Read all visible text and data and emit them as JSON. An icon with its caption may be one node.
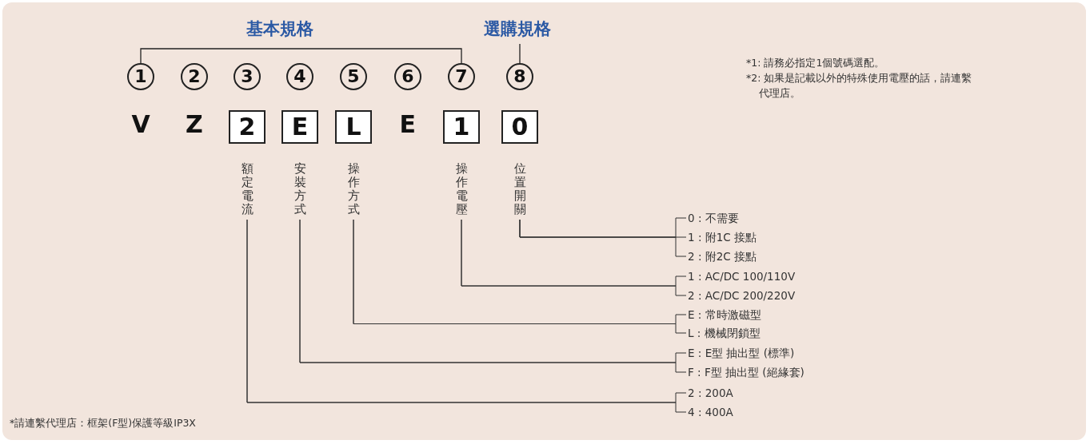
{
  "diagram": {
    "nodes": [
      {
        "text": [
          "1"
        ]
      },
      {
        "text": [
          "2"
        ]
      },
      {
        "text": [
          "3"
        ]
      },
      {
        "text": [
          "4"
        ]
      },
      {
        "text": [
          "5"
        ]
      },
      {
        "text": [
          "6"
        ]
      },
      {
        "text": [
          "7"
        ]
      },
      {
        "text": [
          "8"
        ]
      },
      {
        "text": [
          "2"
        ]
      },
      {
        "text": [
          "E"
        ]
      },
      {
        "text": [
          "L"
        ]
      },
      {
        "text": [
          "1"
        ]
      },
      {
        "text": [
          "0"
        ]
      },
      {
        "text": [
          "額定電流"
        ]
      },
      {
        "text": [
          "安裝方式"
        ]
      },
      {
        "text": [
          "操作方式"
        ]
      },
      {
        "text": [
          "操作電壓"
        ]
      },
      {
        "text": [
          "位置開關"
        ]
      },
      {
        "text": [
          "0 : 不需要"
        ]
      },
      {
        "text": [
          "1 : 附1C 接點"
        ]
      },
      {
        "text": [
          "2 : 附2C 接點"
        ]
      },
      {
        "text": [
          "1 : AC/DC 100/110V"
        ]
      },
      {
        "text": [
          "2 : AC/DC 200/220V"
        ]
      },
      {
        "text": [
          "E : 常時激磁型"
        ]
      },
      {
        "text": [
          "L : 機械閉鎖型"
        ]
      },
      {
        "text": [
          "E : E型 抽出型 (標準)"
        ]
      },
      {
        "text": [
          "F : F型 抽出型 (絕緣套)"
        ]
      },
      {
        "text": [
          "2 : 200A"
        ]
      },
      {
        "text": [
          "4 : 400A"
        ]
      }
    ],
    "edges": [
      {
        "from": 17,
        "to": 18,
        "arrow": "none"
      },
      {
        "from": 17,
        "to": 19,
        "arrow": "none"
      },
      {
        "from": 17,
        "to": 20,
        "arrow": "none"
      },
      {
        "from": 16,
        "to": 21,
        "arrow": "none"
      },
      {
        "from": 16,
        "to": 22,
        "arrow": "none"
      },
      {
        "from": 15,
        "to": 23,
        "arrow": "none"
      },
      {
        "from": 15,
        "to": 24,
        "arrow": "none"
      },
      {
        "from": 14,
        "to": 25,
        "arrow": "none"
      },
      {
        "from": 14,
        "to": 26,
        "arrow": "none"
      },
      {
        "from": 13,
        "to": 27,
        "arrow": "none"
      },
      {
        "from": 13,
        "to": 28,
        "arrow": "none"
      }
    ],
    "labels": [
      "基本規格",
      "選購規格",
      "V",
      "Z",
      "E",
      "*1: 請務必指定1個號碼選配。",
      "*2: 如果是記載以外的特殊使用電壓的話，請連繫代理店。",
      "*請連繫代理店：框架(F型)保護等級IP3X"
    ]
  }
}
